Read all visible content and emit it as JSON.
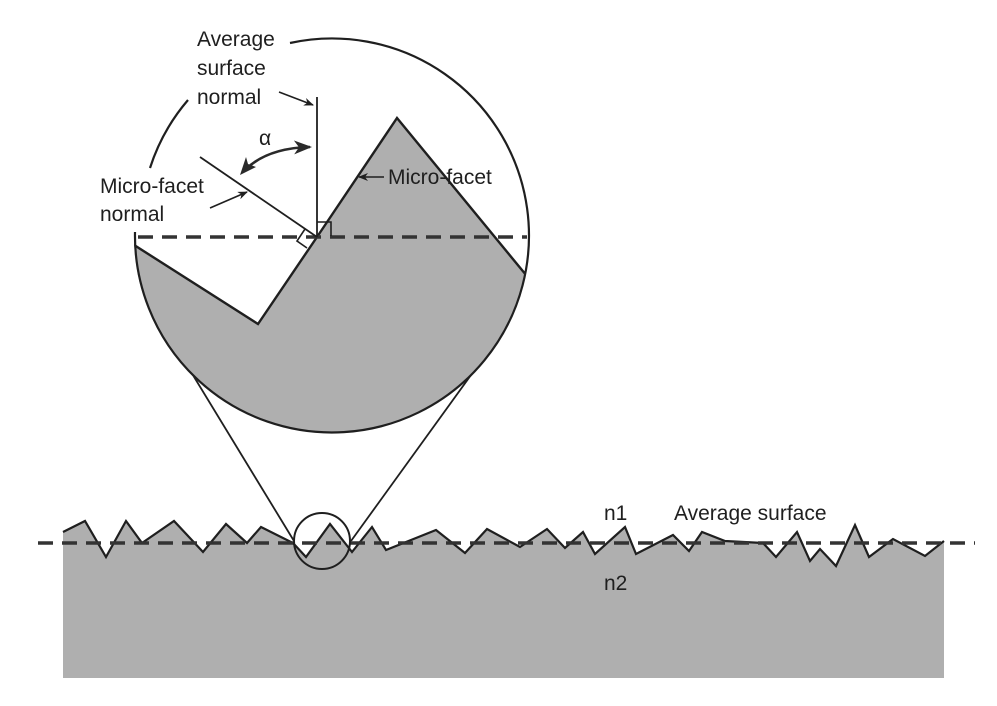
{
  "diagram": {
    "title": "Micro-facet surface model",
    "colors": {
      "material_fill": "#afafaf",
      "stroke": "#1f1f1f",
      "dashed_line": "#333333",
      "background": "#ffffff"
    },
    "labels": {
      "average_surface_normal_line1": "Average",
      "average_surface_normal_line2": "surface",
      "average_surface_normal_line3": "normal",
      "alpha": "α",
      "micro_facet_normal_line1": "Micro-facet",
      "micro_facet_normal_line2": "normal",
      "micro_facet": "Micro-facet",
      "n1": "n1",
      "n2": "n2",
      "average_surface": "Average surface"
    },
    "elements": [
      "magnified-view-circle",
      "rough-surface-profile",
      "average-surface-dashed-line",
      "zoom-region-circle",
      "average-surface-normal-line",
      "micro-facet-normal-line",
      "angle-alpha-arc"
    ]
  }
}
